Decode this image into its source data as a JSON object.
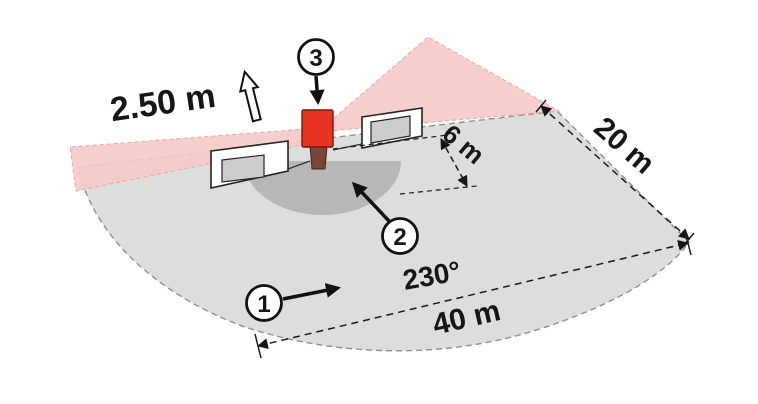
{
  "diagram": {
    "labels": {
      "mounting_height": "2.50 m",
      "near_range": "6 m",
      "side_range": "20 m",
      "front_range": "40 m",
      "detection_angle": "230°"
    },
    "callouts": {
      "area_1": "1",
      "area_2": "2",
      "sensor_3": "3"
    },
    "colors": {
      "coverage_fan": "#dadada",
      "near_zone": "#b7b7b7",
      "beam": "#f5c9c9",
      "beam_edge": "#e2a6a6",
      "sensor_body": "#e63323",
      "sensor_mount": "#7a463a",
      "panel": "#ffffff",
      "panel_window": "#cccccc",
      "outline": "#1a1a1a",
      "dash": "#8f8f8f"
    }
  }
}
